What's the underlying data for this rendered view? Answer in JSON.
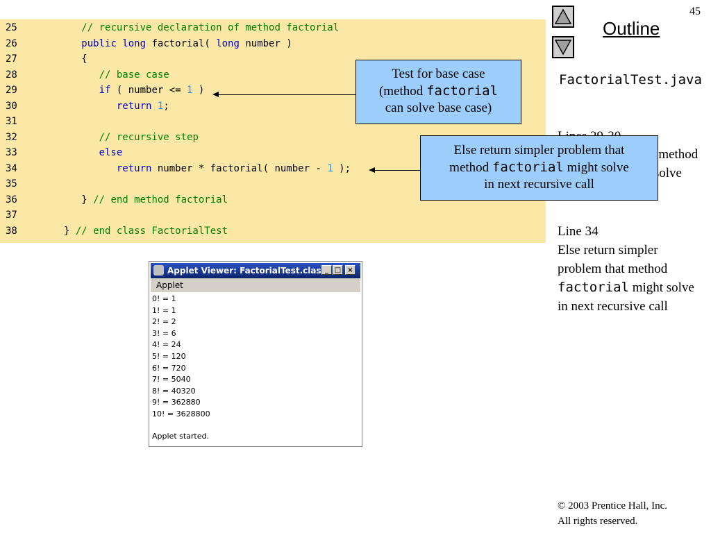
{
  "page_number": "45",
  "outline": {
    "title": "Outline",
    "up_icon": "triangle-up-icon",
    "down_icon": "triangle-down-icon"
  },
  "code": {
    "lines": [
      {
        "num": "25",
        "indent": "   ",
        "tokens": [
          {
            "t": "cm",
            "v": "// recursive declaration of method factorial"
          }
        ]
      },
      {
        "num": "26",
        "indent": "   ",
        "tokens": [
          {
            "t": "kw",
            "v": "public"
          },
          {
            "t": "tx",
            "v": " "
          },
          {
            "t": "kw",
            "v": "long"
          },
          {
            "t": "tx",
            "v": " factorial( "
          },
          {
            "t": "kw",
            "v": "long"
          },
          {
            "t": "tx",
            "v": " number )"
          }
        ]
      },
      {
        "num": "27",
        "indent": "   ",
        "tokens": [
          {
            "t": "tx",
            "v": "{"
          }
        ]
      },
      {
        "num": "28",
        "indent": "      ",
        "tokens": [
          {
            "t": "cm",
            "v": "// base case"
          }
        ]
      },
      {
        "num": "29",
        "indent": "      ",
        "tokens": [
          {
            "t": "kw",
            "v": "if"
          },
          {
            "t": "tx",
            "v": " ( number <= "
          },
          {
            "t": "nu",
            "v": "1"
          },
          {
            "t": "tx",
            "v": " )"
          }
        ]
      },
      {
        "num": "30",
        "indent": "         ",
        "tokens": [
          {
            "t": "kw",
            "v": "return"
          },
          {
            "t": "tx",
            "v": " "
          },
          {
            "t": "nu",
            "v": "1"
          },
          {
            "t": "tx",
            "v": ";"
          }
        ]
      },
      {
        "num": "31",
        "indent": "",
        "tokens": []
      },
      {
        "num": "32",
        "indent": "      ",
        "tokens": [
          {
            "t": "cm",
            "v": "// recursive step"
          }
        ]
      },
      {
        "num": "33",
        "indent": "      ",
        "tokens": [
          {
            "t": "kw",
            "v": "else"
          }
        ]
      },
      {
        "num": "34",
        "indent": "         ",
        "tokens": [
          {
            "t": "kw",
            "v": "return"
          },
          {
            "t": "tx",
            "v": " number * factorial( number - "
          },
          {
            "t": "nu",
            "v": "1"
          },
          {
            "t": "tx",
            "v": " );"
          }
        ]
      },
      {
        "num": "35",
        "indent": "",
        "tokens": []
      },
      {
        "num": "36",
        "indent": "   ",
        "tokens": [
          {
            "t": "tx",
            "v": "} "
          },
          {
            "t": "cm",
            "v": "// end method factorial"
          }
        ]
      },
      {
        "num": "37",
        "indent": "",
        "tokens": []
      },
      {
        "num": "38",
        "indent": "",
        "tokens": [
          {
            "t": "tx",
            "v": "} "
          },
          {
            "t": "cm",
            "v": "// end class FactorialTest"
          }
        ]
      }
    ]
  },
  "callout_base": {
    "line1": "Test for base case",
    "line2_pre": "(method ",
    "line2_mono": "factorial",
    "line3": "can solve base case)"
  },
  "callout_recursive": {
    "line1": "Else return simpler problem that",
    "line2_pre": "method ",
    "line2_mono": "factorial",
    "line2_post": " might solve",
    "line3": "in next recursive call"
  },
  "side": {
    "file_name": "FactorialTest.java",
    "note1_title": "Lines 29-30",
    "note1_text_a": "Test for base case (method ",
    "note1_mono": "factorial",
    "note1_text_b": " can solve base case)",
    "note2_title": "Line 34",
    "note2_text_a": "Else return simpler problem that method ",
    "note2_mono": "factorial",
    "note2_text_b": " might solve in next recursive call"
  },
  "applet": {
    "title": "Applet Viewer: FactorialTest.class",
    "menu": "Applet",
    "output": [
      "0! = 1",
      "1! = 1",
      "2! = 2",
      "3! = 6",
      "4! = 24",
      "5! = 120",
      "6! = 720",
      "7! = 5040",
      "8! = 40320",
      "9! = 362880",
      "10! = 3628800"
    ],
    "status": "Applet started."
  },
  "copyright": {
    "line1": "© 2003 Prentice Hall, Inc.",
    "line2": "All rights reserved."
  },
  "colors": {
    "code_bg": "#FBE7A6",
    "callout_bg": "#9DCDFB",
    "keyword": "#0000C8",
    "comment": "#008000",
    "number": "#1E90FF"
  }
}
